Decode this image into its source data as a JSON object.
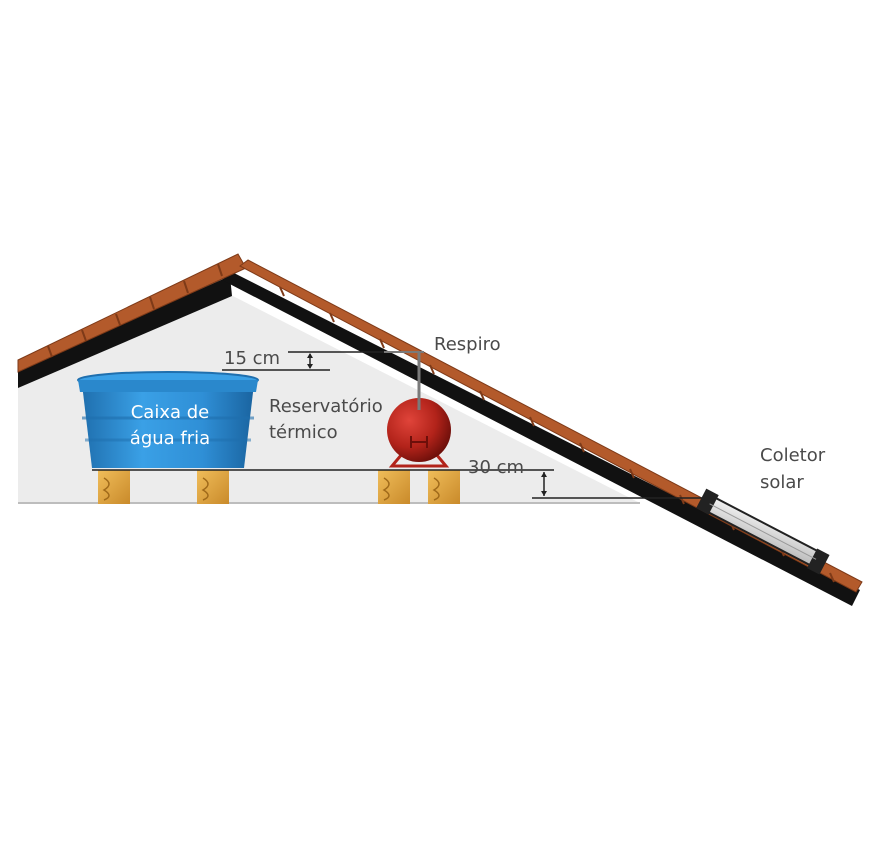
{
  "labels": {
    "respiro": "Respiro",
    "reservatorio_line1": "Reservatório",
    "reservatorio_line2": "térmico",
    "caixa_line1": "Caixa de",
    "caixa_line2": "água fria",
    "coletor_line1": "Coletor",
    "coletor_line2": "solar",
    "dim_15": "15 cm",
    "dim_30": "30 cm"
  },
  "colors": {
    "tile": "#b35a2b",
    "tile_edge": "#7e3a18",
    "roof_black": "#111111",
    "attic_fill": "#ececec",
    "tank_blue": "#2f8fd6",
    "tank_blue_dark": "#1f6fae",
    "reservoir_red": "#b2231a",
    "wood": "#e0a840"
  }
}
